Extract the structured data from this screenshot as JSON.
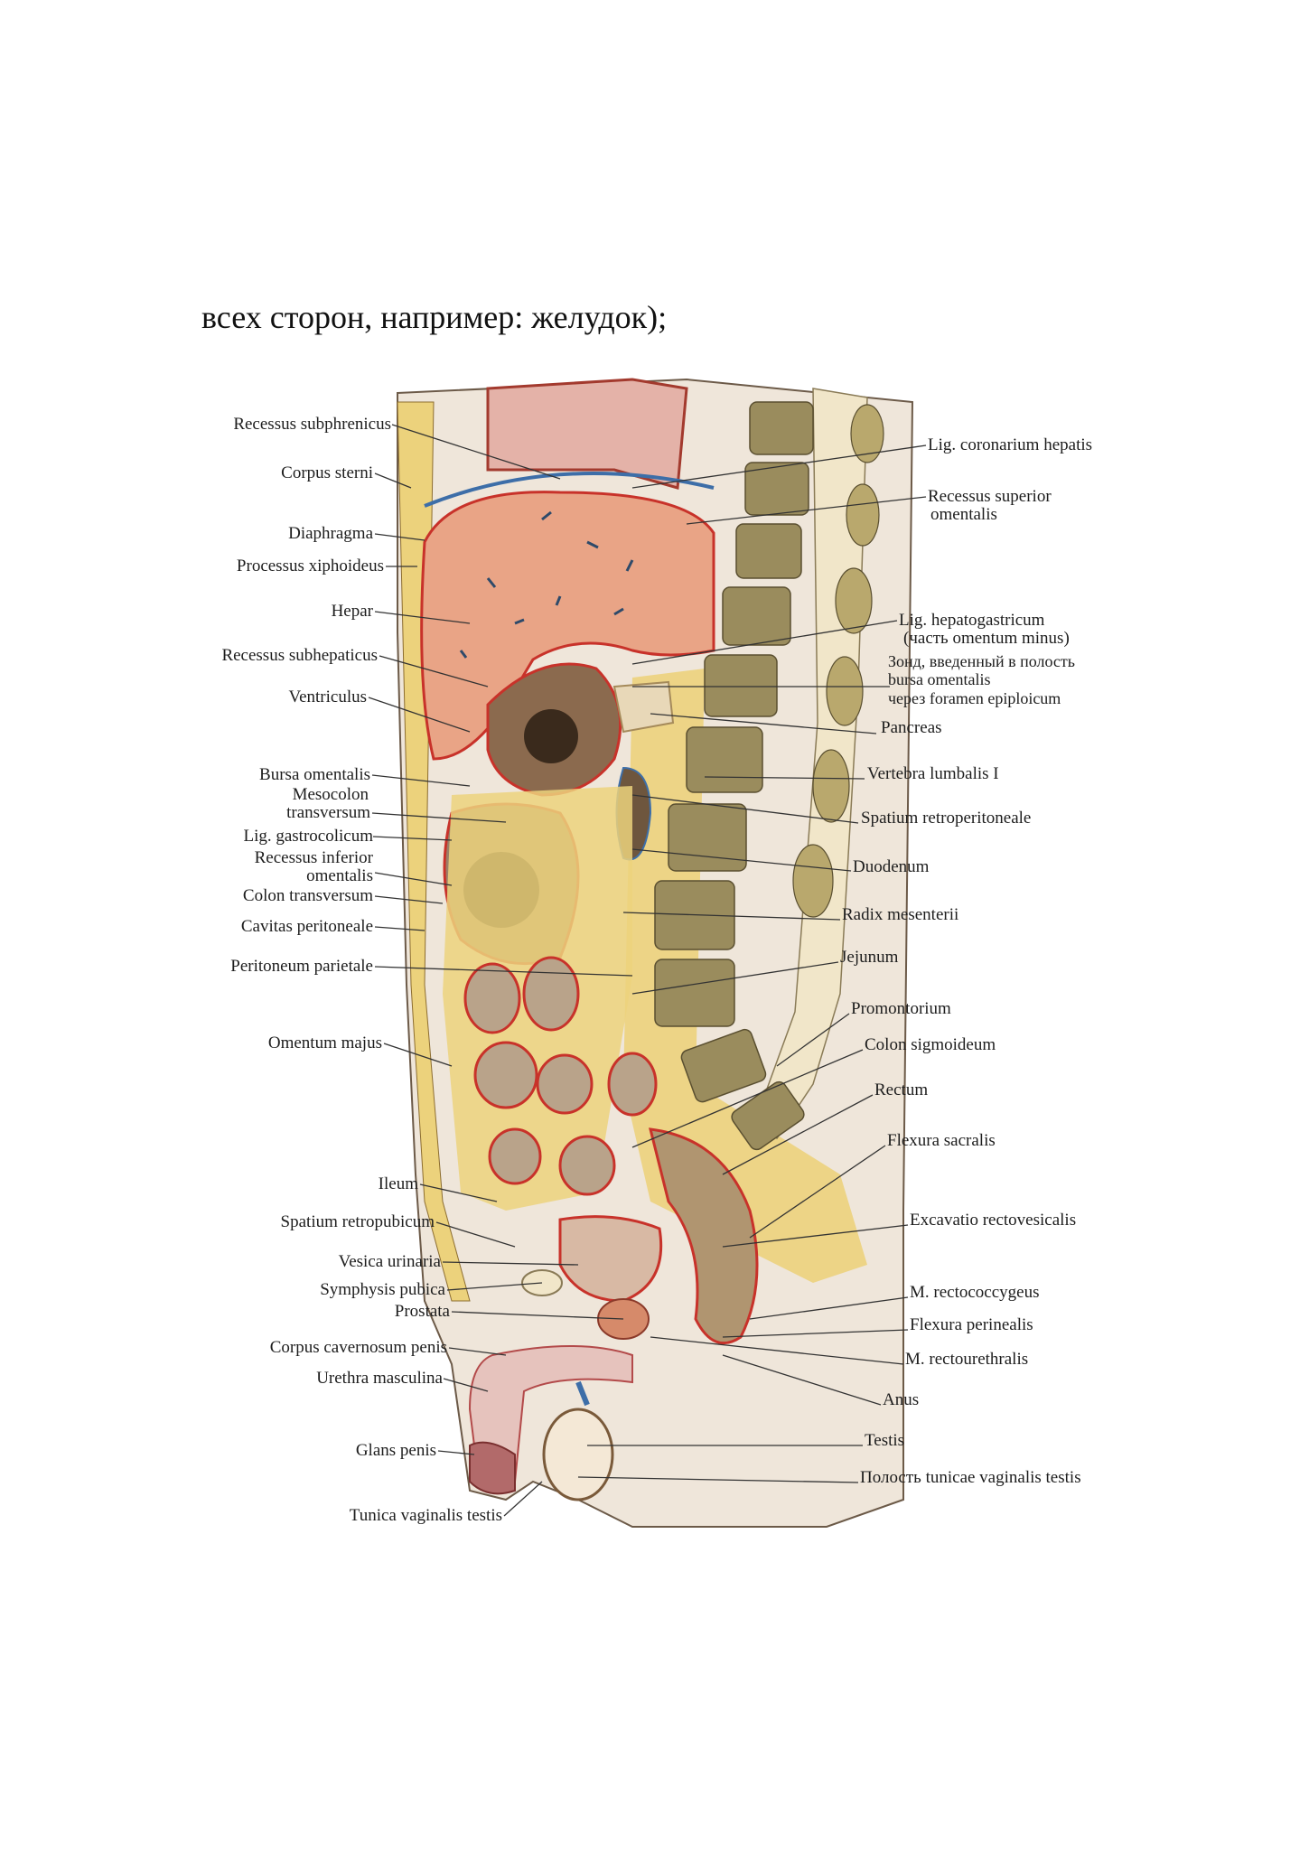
{
  "page": {
    "heading": "всех сторон, например: желудок);"
  },
  "diagram": {
    "labels_left": {
      "recessus_subphrenicus": "Recessus subphrenicus",
      "corpus_sterni": "Corpus sterni",
      "diaphragma": "Diaphragma",
      "processus_xiphoideus": "Processus xiphoideus",
      "hepar": "Hepar",
      "recessus_subhepaticus": "Recessus subhepaticus",
      "ventriculus": "Ventriculus",
      "bursa_omentalis": "Bursa omentalis",
      "mesocolon_transversum_1": "Mesocolon",
      "mesocolon_transversum_2": "transversum",
      "lig_gastrocolicum": "Lig. gastrocolicum",
      "recessus_inferior_1": "Recessus inferior",
      "recessus_inferior_2": "omentalis",
      "colon_transversum": "Colon transversum",
      "cavitas_peritoneale": "Cavitas peritoneale",
      "peritoneum_parietale": "Peritoneum parietale",
      "omentum_majus": "Omentum majus",
      "ileum": "Ileum",
      "spatium_retropubicum": "Spatium retropubicum",
      "vesica_urinaria": "Vesica urinaria",
      "symphysis_pubica": "Symphysis pubica",
      "prostata": "Prostata",
      "corpus_cavernosum": "Corpus cavernosum penis",
      "urethra_masculina": "Urethra masculina",
      "glans_penis": "Glans penis",
      "tunica_vaginalis": "Tunica vaginalis testis"
    },
    "labels_right": {
      "lig_coronarium": "Lig. coronarium hepatis",
      "recessus_superior_1": "Recessus superior",
      "recessus_superior_2": "omentalis",
      "lig_hepatogastricum_1": "Lig. hepatogastricum",
      "lig_hepatogastricum_2": "(часть omentum minus)",
      "zond_1": "Зонд, введенный в полость",
      "zond_2": "bursa omentalis",
      "zond_3": "через foramen epiploicum",
      "pancreas": "Pancreas",
      "vertebra_lumbalis": "Vertebra lumbalis I",
      "spatium_retroperitoneale": "Spatium retroperitoneale",
      "duodenum": "Duodenum",
      "radix_mesenterii": "Radix mesenterii",
      "jejunum": "Jejunum",
      "promontorium": "Promontorium",
      "colon_sigmoideum": "Colon sigmoideum",
      "rectum": "Rectum",
      "flexura_sacralis": "Flexura sacralis",
      "excavatio_rectovesicalis": "Excavatio rectovesicalis",
      "m_rectococcygeus": "M. rectococcygeus",
      "flexura_perinealis": "Flexura perinealis",
      "m_rectourethralis": "M. rectourethralis",
      "anus": "Anus",
      "testis": "Testis",
      "polost_tunicae": "Полость tunicae vaginalis testis"
    },
    "colors": {
      "liver": "#e9a486",
      "fat": "#ecd27c",
      "peritoneum": "#c8322a",
      "bone": "#8c7f55",
      "intestine": "#b9a38a",
      "skin": "#e8dfd6"
    }
  }
}
